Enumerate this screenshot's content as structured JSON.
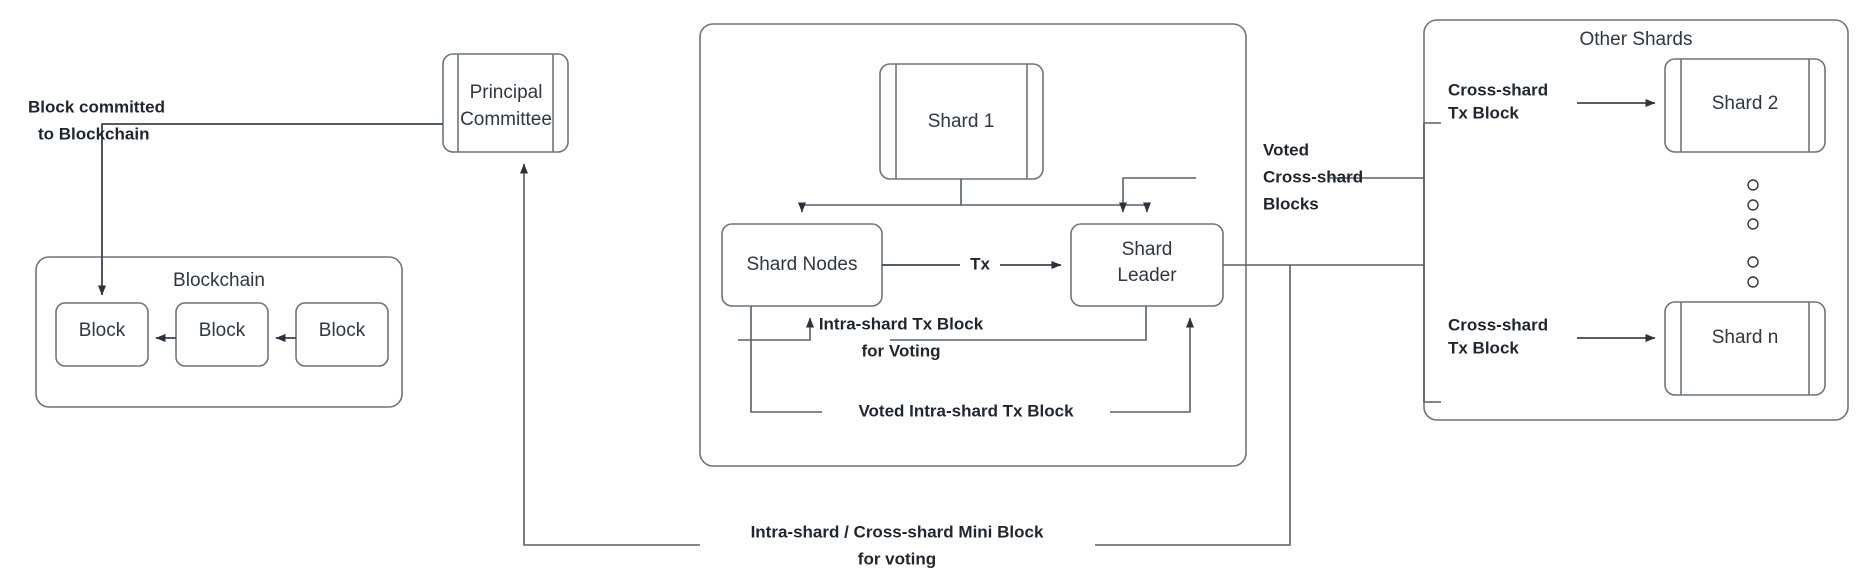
{
  "diagram": {
    "title": "Sharded blockchain consensus flow",
    "colors": {
      "shape_stroke": "#6c747f",
      "connector": "#3c4450",
      "text": "#2f3742",
      "bold_text": "#1f2630",
      "background": "#ffffff"
    }
  },
  "nodes": {
    "principal_committee": "Principal Committee",
    "principal_committee_line1": "Principal",
    "principal_committee_line2": "Committee",
    "blockchain_group": "Blockchain",
    "block_1": "Block",
    "block_2": "Block",
    "block_3": "Block",
    "shard_1": "Shard 1",
    "shard_nodes": "Shard Nodes",
    "shard_leader_line1": "Shard",
    "shard_leader_line2": "Leader",
    "other_shards_group": "Other Shards",
    "shard_2": "Shard 2",
    "shard_n": "Shard n"
  },
  "edge_labels": {
    "block_committed_line1": "Block committed",
    "block_committed_line2": "to Blockchain",
    "tx": "Tx",
    "intra_shard_tx_block_line1": "Intra-shard Tx Block",
    "intra_shard_tx_block_line2": "for Voting",
    "voted_intra_shard_tx_block": "Voted Intra-shard Tx Block",
    "voted_cross_shard_line1": "Voted",
    "voted_cross_shard_line2": "Cross-shard",
    "voted_cross_shard_line3": "Blocks",
    "cross_shard_tx_block_top_line1": "Cross-shard",
    "cross_shard_tx_block_top_line2": "Tx Block",
    "cross_shard_tx_block_bottom_line1": "Cross-shard",
    "cross_shard_tx_block_bottom_line2": "Tx Block",
    "mini_block_line1": "Intra-shard / Cross-shard Mini Block",
    "mini_block_line2": "for voting"
  },
  "ellipsis": {
    "upper_dots": 3,
    "lower_dots": 2
  }
}
